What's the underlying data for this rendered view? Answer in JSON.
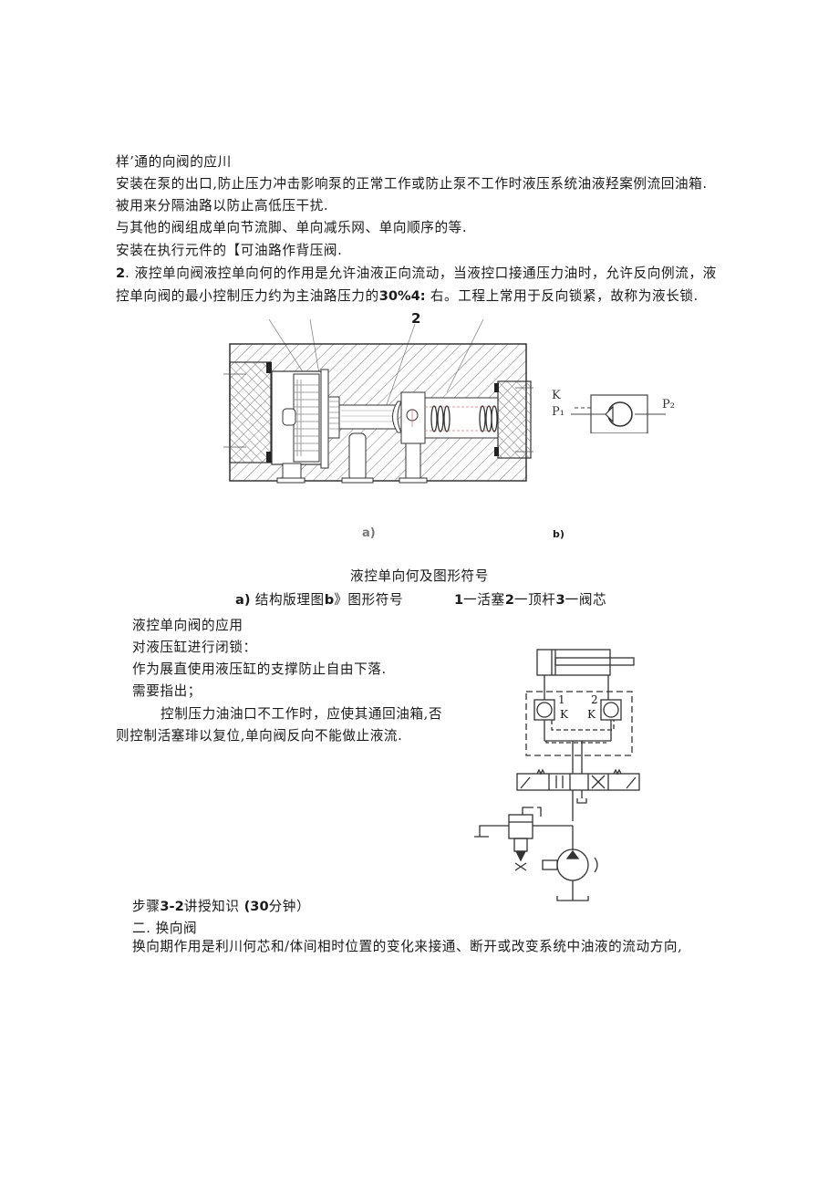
{
  "section1": {
    "heading": "样’通的向阀的应川",
    "items": [
      "安装在泵的出口,防止压力冲击影响泵的正常工作或防止泵不工作时液压系统油液羟案例流回油箱.",
      "被用来分隔油路以防止高低压干扰.",
      "与其他的阀组成单向节流脚、单向减乐网、单向顺序的等.",
      "安装在执行元件的【可油路作背压阀."
    ]
  },
  "section2": {
    "number": "2",
    "para_line1_rest": ". 液控单向阀液控单向何的作用是允许油液正向流动，当液控口接通压力油时，允许反向例流，液",
    "para_line2_pre": "控单向阀的最小控制压力约为主油路压力的",
    "para_line2_bold": "30%4:",
    "para_line2_post": " 右。工程上常用于反向锁紧，故称为液长锁."
  },
  "figure1": {
    "callout_label": "2",
    "sub_a_label": "a)",
    "sub_b_label": "b)",
    "symbol_labels": {
      "k": "K",
      "p1": "P₁",
      "p2": "P₂"
    },
    "title": "液控单向何及图形符号",
    "caption_a": "a)",
    "caption_a_text": " 结构版理图",
    "caption_b": "b",
    "caption_b_text": "》图形符号",
    "legend": [
      {
        "num": "1",
        "text": "一活塞"
      },
      {
        "num": "2",
        "text": "一顶杆"
      },
      {
        "num": "3",
        "text": "一阀芯"
      }
    ]
  },
  "section3": {
    "heading": "液控单向阀的应用",
    "items": [
      "对液压缸进行闭锁：",
      "作为展直使用液压缸的支撑防止自由下落.",
      "需要指出；"
    ],
    "note_line1": "控制压力油油口不工作时，应使其通回油箱,否",
    "note_line2": "则控制活塞琲以复位,单向阀反向不能做止液流."
  },
  "figure2": {
    "valve1_num": "1",
    "valve2_num": "2",
    "k1": "K",
    "k2": "K"
  },
  "step": {
    "pre": "步骤",
    "bold1": "3-2",
    "mid": "讲授知识",
    "bold2": " (30",
    "post": "分钟）"
  },
  "section4": {
    "heading": "二. 换向阀",
    "para": "换向期作用是利川何芯和/体间相时位置的变化来接通、断开或改变系统中油液的流动方向,"
  }
}
